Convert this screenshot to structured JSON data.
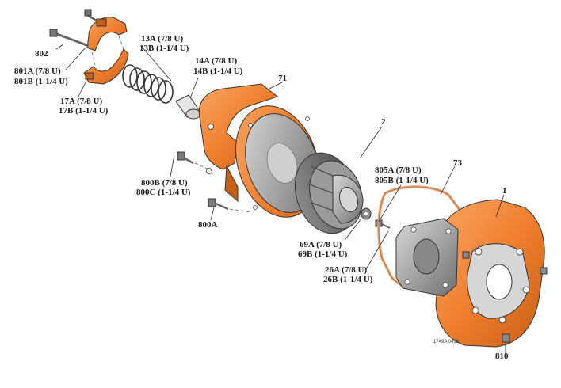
{
  "labels": {
    "l802": "802",
    "l801a": "801A (7/8 U)",
    "l801b": "801B (1-1/4 U)",
    "l17a": "17A (7/8 U)",
    "l17b": "17B (1-1/4 U)",
    "l13a": "13A (7/8 U)",
    "l13b": "13B (1-1/4 U)",
    "l14a": "14A (7/8 U)",
    "l14b": "14B (1-1/4 U)",
    "l71": "71",
    "l2": "2",
    "l800b": "800B (7/8 U)",
    "l800c": "800C (1-1/4 U)",
    "l800a": "800A",
    "l805a": "805A (7/8 U)",
    "l805b": "805B (1-1/4 U)",
    "l73": "73",
    "l1": "1",
    "l69a": "69A (7/8 U)",
    "l69b": "69B (1-1/4 U)",
    "l26a": "26A (7/8 U)",
    "l26b": "26B (1-1/4 U)",
    "l810": "810",
    "code": "1749A 0495"
  },
  "colors": {
    "orange": "#f07f2e",
    "orange_dark": "#c85f15",
    "orange_light": "#f8a766",
    "gray": "#9a9a9a",
    "gray_dark": "#5e5e5e",
    "gray_light": "#cfcfcf",
    "gasket": "#e8a878"
  }
}
